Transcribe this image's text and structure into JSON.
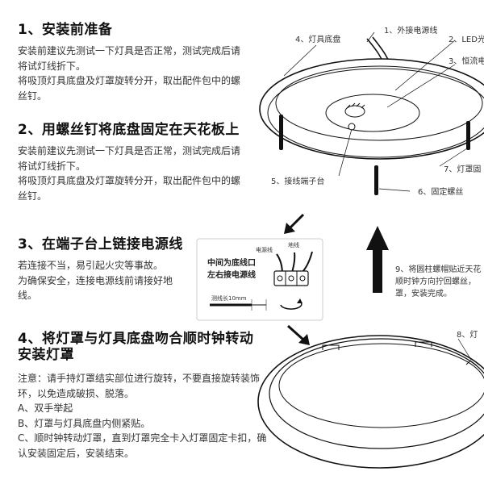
{
  "sections": [
    {
      "title": "1、安装前准备",
      "paragraphs": [
        "安装前建议先测试一下灯具是否正常，测试完成后请将试灯线折下。",
        "将吸顶灯具底盘及灯罩旋转分开，取出配件包中的螺丝钉。"
      ]
    },
    {
      "title": "2、用螺丝钉将底盘固定在天花板上",
      "paragraphs": [
        "安装前建议先测试一下灯具是否正常，测试完成后请将试灯线折下。",
        "将吸顶灯具底盘及灯罩旋转分开，取出配件包中的螺丝钉。"
      ]
    },
    {
      "title": "3、在端子台上链接电源线",
      "paragraphs": [
        "若连接不当，易引起火灾等事故。",
        "为确保安全，连接电源线前请接好地线。"
      ]
    },
    {
      "title_line1": "4、将灯罩与灯具底盘吻合顺时钟转动",
      "title_line2": "安装灯罩",
      "paragraphs": [
        "注意：请手持灯罩结实部位进行旋转，不要直接旋转装饰环，以免造成破损、脱落。",
        "A、双手举起",
        "B、灯罩与灯具底盘内侧紧贴。",
        "C、顺时钟转动灯罩，直到灯罩完全卡入灯罩固定卡扣，确认安装固定后，安装结束。"
      ]
    }
  ],
  "diagram_labels": {
    "l1": "1、外接电源线",
    "l2": "2、LED光",
    "l3": "3、恒流电",
    "l4": "4、灯具底盘",
    "l5": "5、接线端子台",
    "l6": "6、固定螺丝",
    "l7": "7、灯罩固",
    "l8": "8、灯",
    "l9": [
      "9、将圆柱螺帽贴近天花",
      "顺时钟方向拧回螺丝，",
      "罩，安装完成。"
    ]
  },
  "inset": {
    "power_wire": "电源线",
    "ground_wire": "地线",
    "center_text_line1": "中间为底线口",
    "center_text_line2": "左右接电源线",
    "strip_length": "测线长10mm"
  },
  "colors": {
    "text": "#222222",
    "line": "#111111",
    "arrow": "#111111"
  }
}
